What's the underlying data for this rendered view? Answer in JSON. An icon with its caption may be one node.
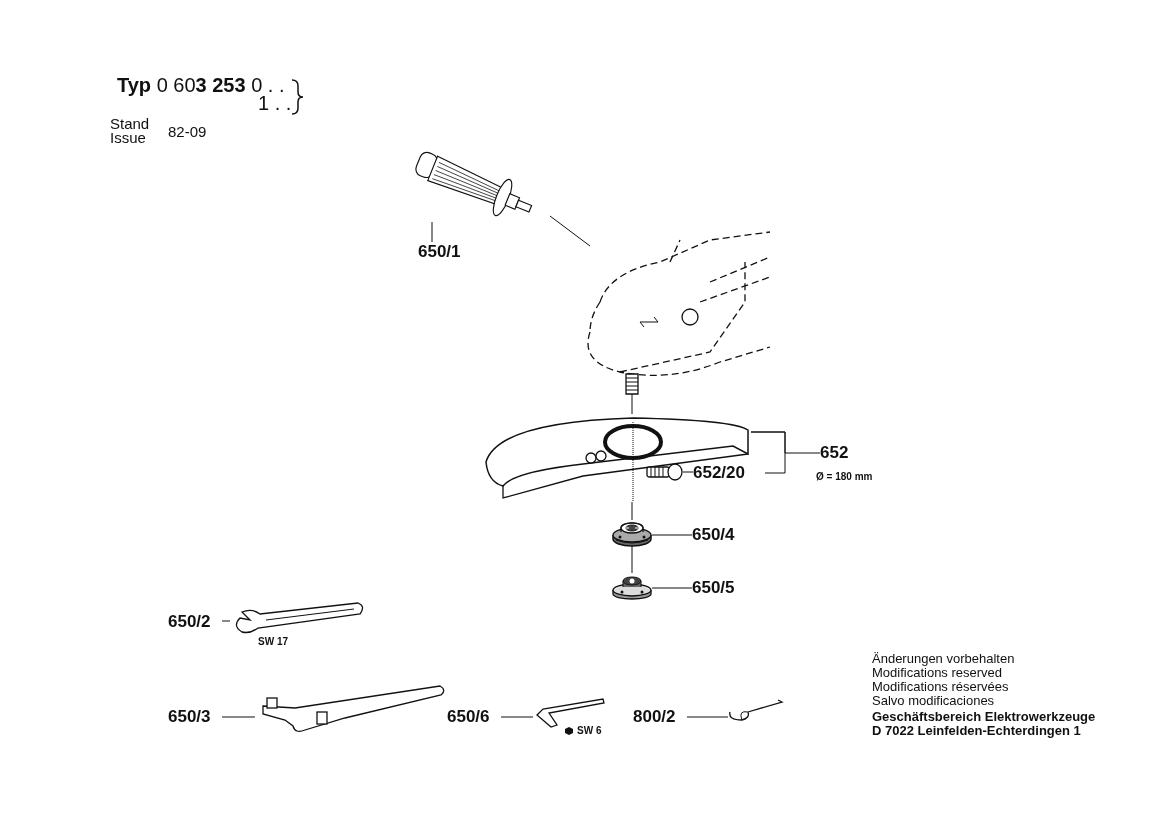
{
  "diagram": {
    "nodes": [
      {
        "text": [
          "650/1"
        ]
      },
      {
        "text": [],
        "shape": "picture"
      },
      {
        "text": [],
        "shape": "picture"
      },
      {
        "text": [],
        "shape": "picture"
      },
      {
        "text": [
          "652"
        ],
        "beside": [
          "Ø = 180 mm"
        ]
      },
      {
        "text": [
          "652/20"
        ]
      },
      {
        "text": [],
        "shape": "picture"
      },
      {
        "text": [
          "650/4"
        ]
      },
      {
        "text": [],
        "shape": "picture"
      },
      {
        "text": [
          "650/5"
        ]
      },
      {
        "text": [],
        "shape": "picture"
      },
      {
        "text": [
          "650/2"
        ]
      },
      {
        "text": [],
        "shape": "picture",
        "beside": [
          "SW 17"
        ]
      },
      {
        "text": [
          "650/3"
        ]
      },
      {
        "text": [],
        "shape": "picture"
      },
      {
        "text": [
          "650/6"
        ]
      },
      {
        "text": [],
        "shape": "picture",
        "beside": [
          "SW 6"
        ]
      },
      {
        "text": [
          "800/2"
        ]
      },
      {
        "text": [],
        "shape": "picture"
      }
    ],
    "edges": [
      {
        "from": 0,
        "to": 1,
        "arrow": "none"
      },
      {
        "from": 1,
        "to": 2,
        "arrow": "none"
      },
      {
        "from": 2,
        "to": 3,
        "arrow": "none"
      },
      {
        "from": 4,
        "to": 3,
        "arrow": "none"
      },
      {
        "from": 5,
        "to": 6,
        "arrow": "none"
      },
      {
        "from": 3,
        "to": 8,
        "arrow": "none"
      },
      {
        "from": 7,
        "to": 8,
        "arrow": "none"
      },
      {
        "from": 8,
        "to": 10,
        "arrow": "none"
      },
      {
        "from": 9,
        "to": 10,
        "arrow": "none"
      },
      {
        "from": 11,
        "to": 12,
        "arrow": "none"
      },
      {
        "from": 13,
        "to": 14,
        "arrow": "none"
      },
      {
        "from": 15,
        "to": 16,
        "arrow": "none"
      },
      {
        "from": 17,
        "to": 18,
        "arrow": "none"
      },
      {
        "from": 5,
        "to": 3,
        "arrow": "none"
      }
    ],
    "labels": [
      "**Typ** 0 60**3 253** 0 . .",
      "1 . .",
      "Stand",
      "Issue",
      "82-09",
      "Änderungen vorbehalten",
      "Modifications reserved",
      "Modifications réservées",
      "Salvo modificaciones",
      "Geschäftsbereich Elektrowerkzeuge",
      "D 7022 Leinfelden-Echterdingen 1"
    ]
  }
}
